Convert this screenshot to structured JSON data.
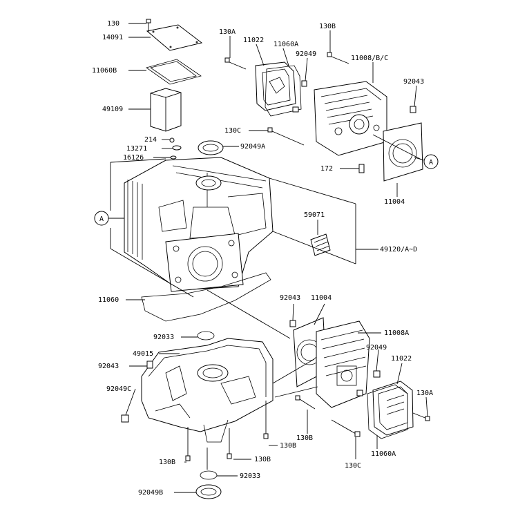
{
  "labels": {
    "l130_top": "130",
    "l14091": "14091",
    "l11060B": "11060B",
    "l49109": "49109",
    "l214": "214",
    "l13271": "13271",
    "l16126": "16126",
    "l130A_top": "130A",
    "l11022_top": "11022",
    "l11060A_top": "11060A",
    "l92049_top": "92049",
    "l130B_top": "130B",
    "l11008BC": "11008/B/C",
    "l92043_top": "92043",
    "l130C_top": "130C",
    "l92049A": "92049A",
    "l172": "172",
    "l11004_top": "11004",
    "l59071": "59071",
    "l49120": "49120/A~D",
    "l11060": "11060",
    "l92043_mid": "92043",
    "l11004_mid": "11004",
    "l11008A": "11008A",
    "l92033_top": "92033",
    "l49015": "49015",
    "l92043_left": "92043",
    "l92049C": "92049C",
    "l92049_right": "92049",
    "l11022_right": "11022",
    "l130A_right": "130A",
    "l130B_mid": "130B",
    "l130B_mid2": "130B",
    "l130B_left": "130B",
    "l130B_bot": "130B",
    "l130C_bot": "130C",
    "l11060A_bot": "11060A",
    "l92033_bot": "92033",
    "l92049B": "92049B"
  },
  "callouts": {
    "a_left": "A",
    "a_right": "A"
  }
}
